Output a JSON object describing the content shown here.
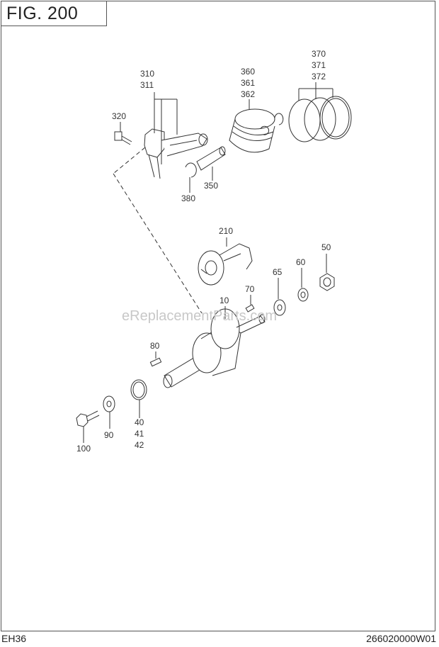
{
  "header": {
    "fig_label": "FIG. 200"
  },
  "footer": {
    "model": "EH36",
    "drawing_number": "266020000W01"
  },
  "watermark": "eReplacementParts.com",
  "callouts": {
    "c310": "310",
    "c311": "311",
    "c320": "320",
    "c360": "360",
    "c361": "361",
    "c362": "362",
    "c370": "370",
    "c371": "371",
    "c372": "372",
    "c350": "350",
    "c380": "380",
    "c210": "210",
    "c50": "50",
    "c60": "60",
    "c65": "65",
    "c70": "70",
    "c10": "10",
    "c80": "80",
    "c40": "40",
    "c41": "41",
    "c42": "42",
    "c90": "90",
    "c100": "100"
  }
}
